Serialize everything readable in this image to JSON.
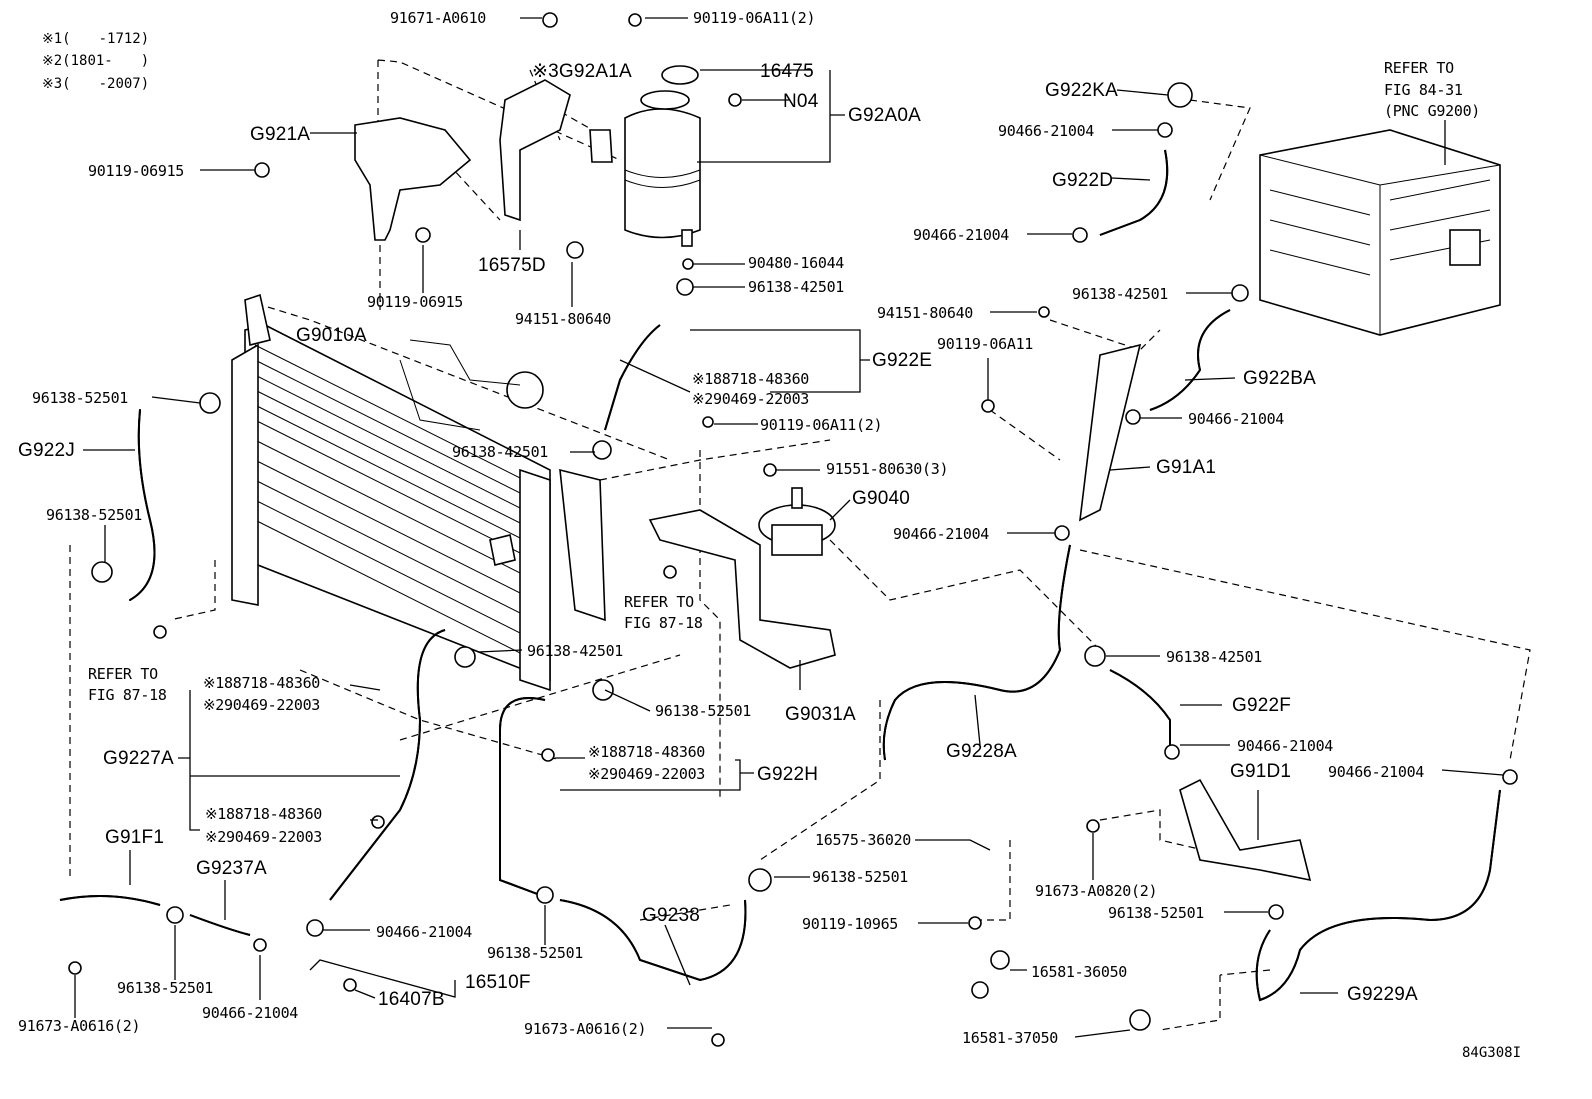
{
  "notes": {
    "n1": "※1(　　-1712)",
    "n2": "※2(1801-　　)",
    "n3": "※3(　　-2007)"
  },
  "labels": {
    "p91671": "91671-A0610",
    "p90119_06A11_2_top": "90119-06A11(2)",
    "g92a1a": "※3G92A1A",
    "p16475": "16475",
    "n04": "N04",
    "g92a0a": "G92A0A",
    "g921a": "G921A",
    "p90119_06915_a": "90119-06915",
    "p90119_06915_b": "90119-06915",
    "p16575d": "16575D",
    "p94151_a": "94151-80640",
    "p90480": "90480-16044",
    "p96138_42501_a": "96138-42501",
    "g9010a": "G9010A",
    "g922e": "G922E",
    "e_1": "※188718-48360",
    "e_2": "※290469-22003",
    "p96138_52501_a": "96138-52501",
    "g922j": "G922J",
    "p96138_42501_b": "96138-42501",
    "p90119_06A11_2_mid": "90119-06A11(2)",
    "p91551": "91551-80630(3)",
    "g9040": "G9040",
    "p96138_52501_b": "96138-52501",
    "refer_87_18_a_1": "REFER TO",
    "refer_87_18_a_2": "FIG 87-18",
    "p96138_42501_c": "96138-42501",
    "refer_87_18_b_1": "REFER TO",
    "refer_87_18_b_2": "FIG 87-18",
    "a_1": "※188718-48360",
    "a_2": "※290469-22003",
    "p96138_52501_c": "96138-52501",
    "g9031a": "G9031A",
    "g9227a": "G9227A",
    "h_1": "※188718-48360",
    "h_2": "※290469-22003",
    "g922h": "G922H",
    "b_1": "※188718-48360",
    "b_2": "※290469-22003",
    "g91f1": "G91F1",
    "g9237a": "G9237A",
    "p16575_36020": "16575-36020",
    "p96138_52501_d": "96138-52501",
    "p90466_21004_a": "90466-21004",
    "g9238": "G9238",
    "p96138_52501_e": "96138-52501",
    "p90119_10965": "90119-10965",
    "p96138_52501_f": "96138-52501",
    "p90466_21004_b": "90466-21004",
    "p16407b": "16407B",
    "p16510f": "16510F",
    "p16581_36050": "16581-36050",
    "p91673_a0616_a": "91673-A0616(2)",
    "p91673_a0616_b": "91673-A0616(2)",
    "p16581_37050": "16581-37050",
    "g922ka": "G922KA",
    "refer_84_31_1": "REFER TO",
    "refer_84_31_2": "FIG 84-31",
    "refer_84_31_3": "(PNC G9200)",
    "p90466_21004_c": "90466-21004",
    "g922d": "G922D",
    "p90466_21004_d": "90466-21004",
    "p96138_42501_d": "96138-42501",
    "p94151_b": "94151-80640",
    "p90119_06A11_r": "90119-06A11",
    "g922ba": "G922BA",
    "p90466_21004_e": "90466-21004",
    "g91a1": "G91A1",
    "p90466_21004_f": "90466-21004",
    "p96138_42501_e": "96138-42501",
    "g922f": "G922F",
    "p90466_21004_g": "90466-21004",
    "g91d1": "G91D1",
    "p90466_21004_h": "90466-21004",
    "g9228a": "G9228A",
    "p91673_a0820": "91673-A0820(2)",
    "p96138_52501_g": "96138-52501",
    "g9229a": "G9229A",
    "fig_code": "84G308I"
  }
}
